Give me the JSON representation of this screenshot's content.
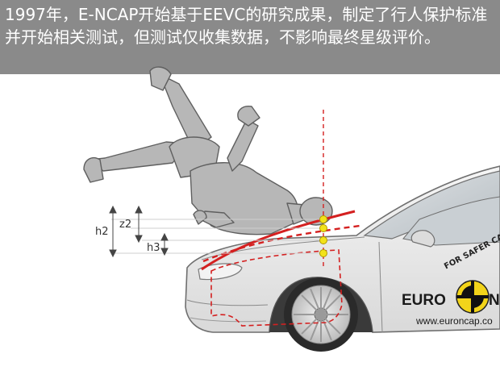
{
  "caption": {
    "text": "1997年，E-NCAP开始基于EEVC的研究成果，制定了行人保护标准并开始相关测试，但测试仅收集数据，不影响最终星级评价。"
  },
  "labels": {
    "h2": "h2",
    "z2": "z2",
    "h3": "h3"
  },
  "badge": {
    "arc_text": "FOR SAFER CARS",
    "brand_left": "EURO",
    "brand_right": "N",
    "url": "www.euroncap.co"
  },
  "colors": {
    "caption_bg": "#8a8a8a",
    "accent_red": "#d42020",
    "marker_yellow": "#f2e21a",
    "car_body": "#ededed",
    "dummy": "#b7b7b7"
  },
  "icons": {
    "badge_mark": "euroncap-star-icon"
  }
}
